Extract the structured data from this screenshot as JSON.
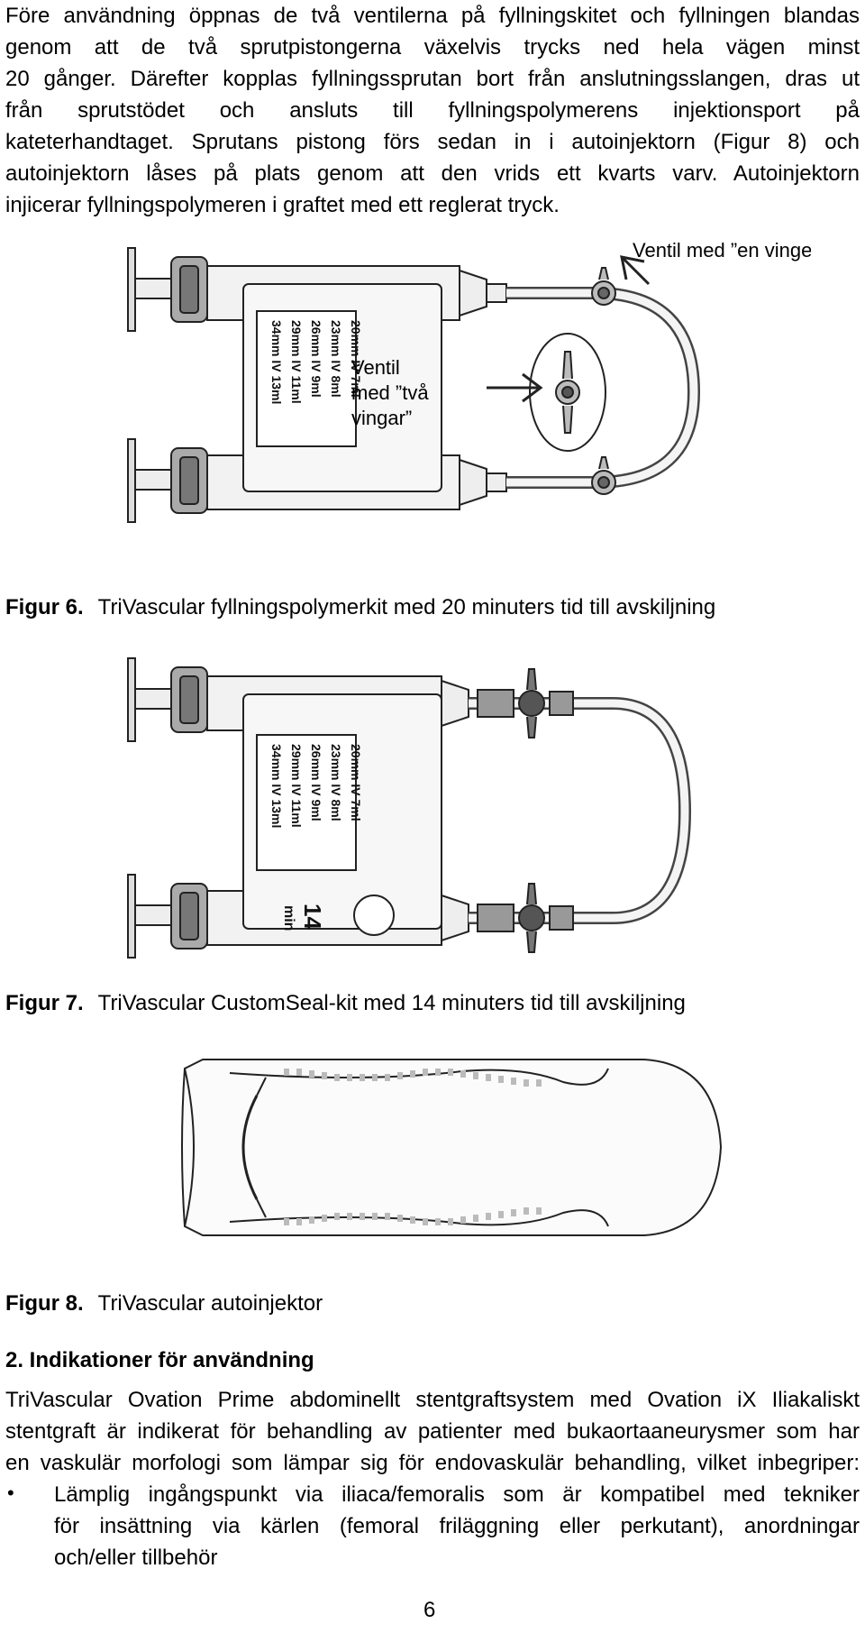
{
  "intro_paragraph": {
    "lines": [
      "Före användning öppnas de två ventilerna på fyllningskitet och fyllningen blandas",
      "genom att de två sprutpistongerna växelvis trycks ned hela vägen minst",
      "20 gånger. Därefter kopplas fyllningssprutan bort från anslutningsslangen, dras ut",
      "från sprutstödet och ansluts till fyllningspolymerens injektionsport på",
      "kateterhandtaget. Sprutans pistong förs sedan in i autoinjektorn (Figur 8) och",
      "autoinjektorn låses på plats genom att den vrids ett kvarts varv. Autoinjektorn",
      "injicerar fyllningspolymeren i graftet med ett reglerat tryck."
    ]
  },
  "figure6": {
    "label_one_wing": "Ventil med ”en vinge”",
    "label_two_wings": [
      "Ventil",
      "med ”två",
      "vingar”"
    ],
    "scale_rows": [
      [
        "20mm",
        "IV",
        "7ml"
      ],
      [
        "23mm",
        "IV",
        "8ml"
      ],
      [
        "26mm",
        "IV",
        "9ml"
      ],
      [
        "29mm",
        "IV",
        "11ml"
      ],
      [
        "34mm",
        "IV",
        "13ml"
      ]
    ],
    "caption_num": "Figur 6.",
    "caption_text": "TriVascular fyllningspolymerkit med 20 minuters tid till avskiljning"
  },
  "figure7": {
    "scale_rows": [
      [
        "20mm",
        "IV",
        "7ml"
      ],
      [
        "23mm",
        "IV",
        "8ml"
      ],
      [
        "26mm",
        "IV",
        "9ml"
      ],
      [
        "29mm",
        "IV",
        "11ml"
      ],
      [
        "34mm",
        "IV",
        "13ml"
      ]
    ],
    "timer_number": "14",
    "timer_unit": "min",
    "caption_num": "Figur 7.",
    "caption_text": "TriVascular CustomSeal-kit med 14 minuters tid till avskiljning"
  },
  "figure8": {
    "caption_num": "Figur 8.",
    "caption_text": "TriVascular autoinjektor"
  },
  "section2": {
    "heading": "2. Indikationer för användning",
    "lines": [
      "TriVascular Ovation Prime abdominellt stentgraftsystem med Ovation iX Iliakaliskt",
      "stentgraft är indikerat för behandling av patienter med bukaortaaneurysmer som har",
      "en vaskulär morfologi som lämpar sig för endovaskulär behandling, vilket inbegriper:"
    ],
    "bullet_symbol": "•",
    "bullet_lines": [
      "Lämplig ingångspunkt via iliaca/femoralis som är kompatibel med tekniker",
      "för insättning via kärlen (femoral friläggning eller perkutant), anordningar",
      "och/eller tillbehör"
    ]
  },
  "page_number": "6"
}
